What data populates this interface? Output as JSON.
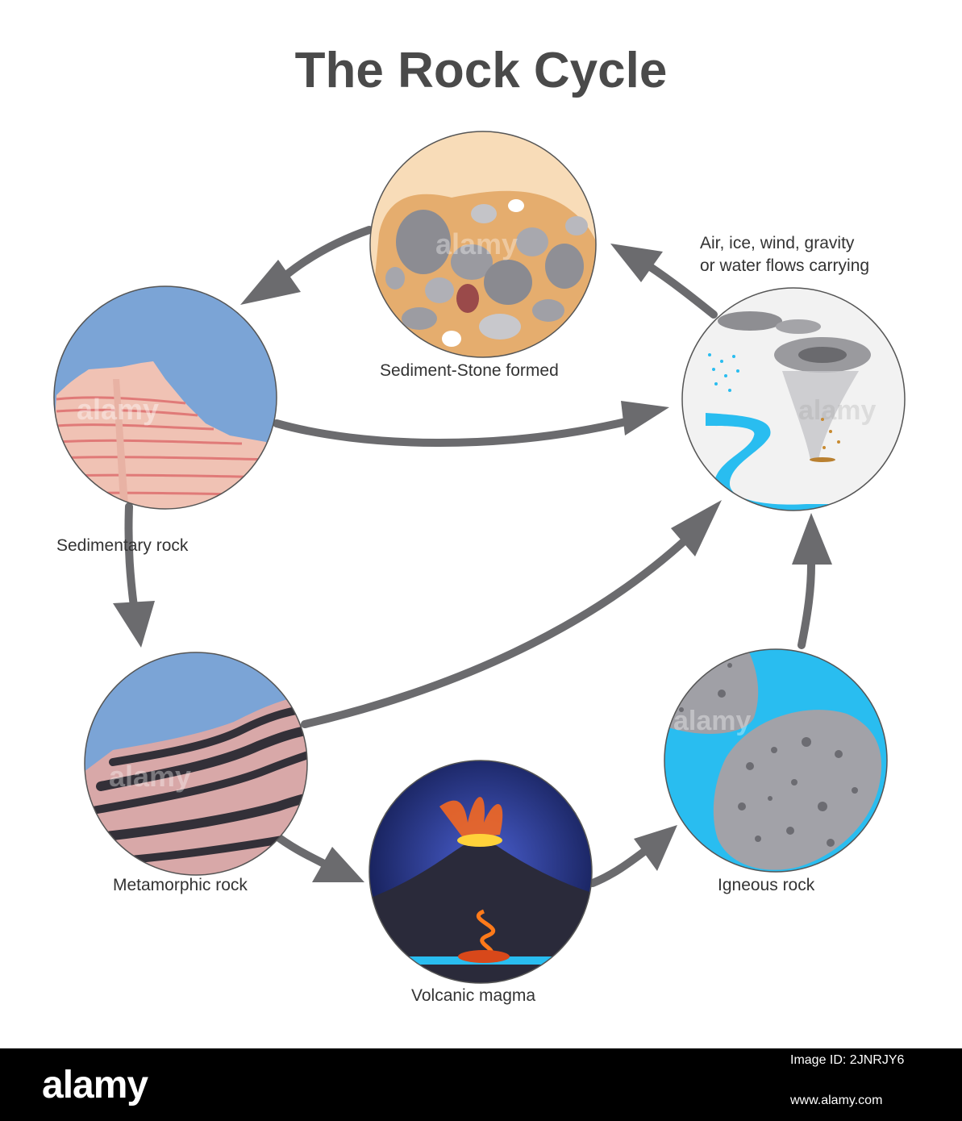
{
  "title": "The Rock Cycle",
  "stages": {
    "sediment_stone": "Sediment-Stone formed",
    "weathering_line1": "Air, ice, wind, gravity",
    "weathering_line2": "or water flows carrying",
    "sedimentary": "Sedimentary rock",
    "metamorphic": "Metamorphic rock",
    "volcanic": "Volcanic magma",
    "igneous": "Igneous rock"
  },
  "watermark": "alamy",
  "footer": {
    "logo": "alamy",
    "image_id": "Image ID: 2JNRJY6",
    "url": "www.alamy.com"
  },
  "colors": {
    "arrow": "#6b6b6e",
    "sky": "#7ba4d6",
    "water": "#29bdf0",
    "title": "#4a4a4a"
  }
}
